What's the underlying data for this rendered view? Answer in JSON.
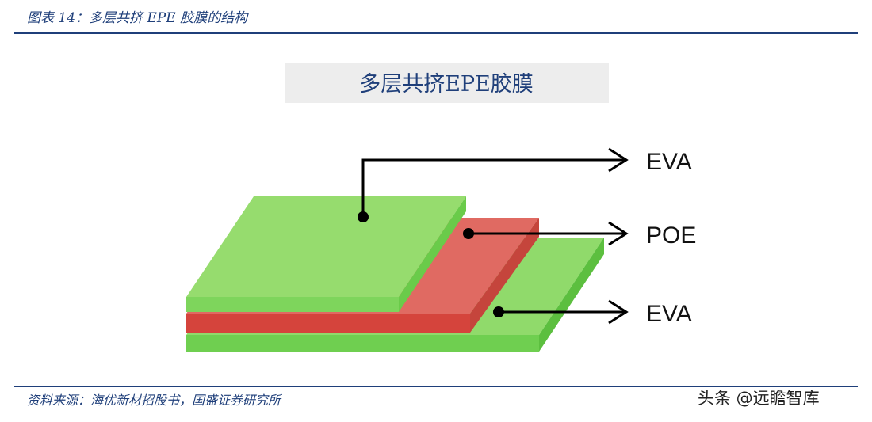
{
  "caption": "图表 14：多层共挤 EPE 胶膜的结构",
  "diagram": {
    "title": "多层共挤EPE胶膜",
    "layers": [
      {
        "label": "EVA",
        "color": "#8ed86a"
      },
      {
        "label": "POE",
        "color": "#de6961"
      },
      {
        "label": "EVA",
        "color": "#8ed86a"
      }
    ]
  },
  "source": "资料来源：海优新材招股书，国盛证券研究所",
  "watermark": "头条 @远瞻智库"
}
